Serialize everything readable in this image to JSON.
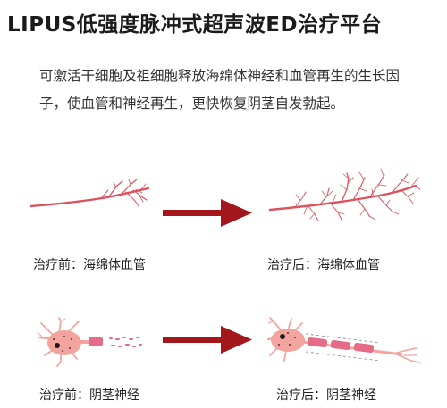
{
  "title": "LIPUS低强度脉冲式超声波ED治疗平台",
  "description": "可激活干细胞及祖细胞释放海绵体神经和血管再生的生长因子，使血管和神经再生，更快恢复阴茎自发勃起。",
  "captions": {
    "vessel_before": "治疗前：海绵体血管",
    "vessel_after": "治疗后：海绵体血管",
    "nerve_before": "治疗前：阴茎神经",
    "nerve_after": "治疗后：阴茎神经"
  },
  "colors": {
    "vessel": "#d9545f",
    "arrow": "#a3161b",
    "cell_body": "#f3a49e",
    "cell_dot": "#1a1a1a",
    "axon": "#e56b86",
    "dashes": "#8a8fb0"
  }
}
